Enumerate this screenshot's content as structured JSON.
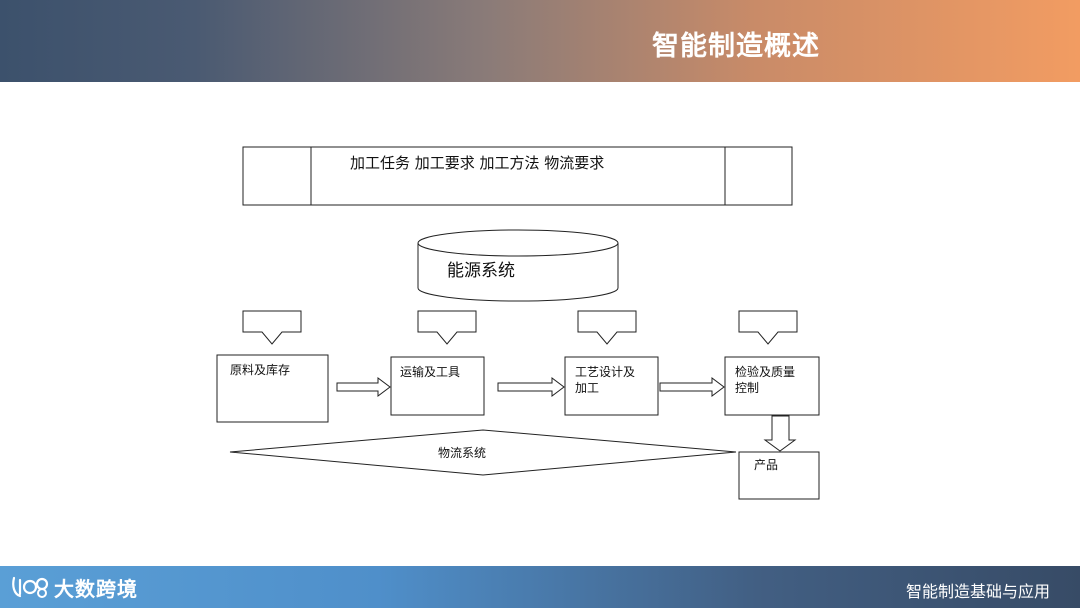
{
  "header": {
    "title": "智能制造概述"
  },
  "diagram": {
    "top_box_text": "加工任务  加工要求   加工方法   物流要求",
    "energy": "能源系统",
    "stages": {
      "s1": "原料及库存",
      "s2": "运输及工具",
      "s3a": "工艺设计及",
      "s3b": "加工",
      "s4a": "检验及质量",
      "s4b": "控制"
    },
    "logistics": "物流系统",
    "product": "产品"
  },
  "footer": {
    "brand": "大数跨境",
    "course": "智能制造基础与应用"
  }
}
